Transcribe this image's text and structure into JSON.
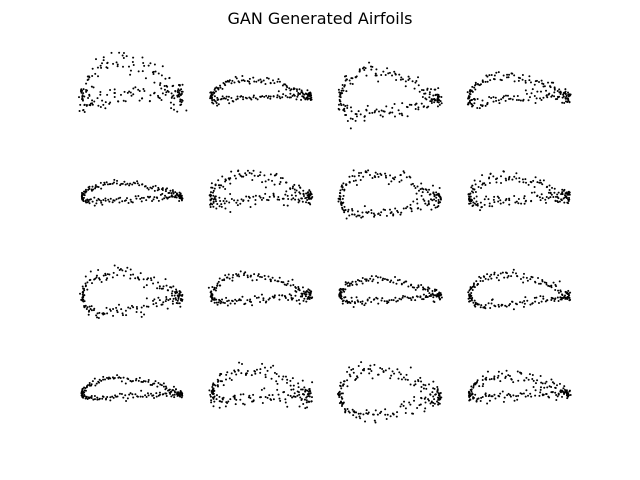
{
  "figure": {
    "title": "GAN Generated Airfoils"
  },
  "colors": {
    "point": "#000000",
    "background": "#ffffff"
  },
  "chart_data": {
    "type": "scatter",
    "title": "GAN Generated Airfoils",
    "grid": false,
    "axes_visible": false,
    "layout": "4x4 grid of subplots",
    "marker": "dot",
    "points_per_airfoil": 200,
    "note_on_axes": "axes hidden; each subplot plots normalized x (chord 0-1) vs y (thickness)",
    "subplots": [
      {
        "row": 1,
        "col": 1,
        "shape": "cambered-high",
        "thickness": 0.2,
        "camber": 0.12,
        "noise": 0.035
      },
      {
        "row": 1,
        "col": 2,
        "shape": "cambered",
        "thickness": 0.11,
        "camber": 0.05,
        "noise": 0.012
      },
      {
        "row": 1,
        "col": 3,
        "shape": "thick-round",
        "thickness": 0.25,
        "camber": 0.04,
        "noise": 0.022
      },
      {
        "row": 1,
        "col": 4,
        "shape": "cambered",
        "thickness": 0.14,
        "camber": 0.06,
        "noise": 0.018
      },
      {
        "row": 2,
        "col": 1,
        "shape": "slender",
        "thickness": 0.1,
        "camber": 0.03,
        "noise": 0.01
      },
      {
        "row": 2,
        "col": 2,
        "shape": "cambered",
        "thickness": 0.15,
        "camber": 0.06,
        "noise": 0.02
      },
      {
        "row": 2,
        "col": 3,
        "shape": "thick-round",
        "thickness": 0.24,
        "camber": 0.03,
        "noise": 0.02
      },
      {
        "row": 2,
        "col": 4,
        "shape": "cambered",
        "thickness": 0.15,
        "camber": 0.05,
        "noise": 0.02
      },
      {
        "row": 3,
        "col": 1,
        "shape": "thick-round",
        "thickness": 0.23,
        "camber": 0.03,
        "noise": 0.022
      },
      {
        "row": 3,
        "col": 2,
        "shape": "cambered",
        "thickness": 0.15,
        "camber": 0.05,
        "noise": 0.015
      },
      {
        "row": 3,
        "col": 3,
        "shape": "slender",
        "thickness": 0.13,
        "camber": 0.03,
        "noise": 0.012
      },
      {
        "row": 3,
        "col": 4,
        "shape": "thick",
        "thickness": 0.18,
        "camber": 0.04,
        "noise": 0.015
      },
      {
        "row": 4,
        "col": 1,
        "shape": "slender",
        "thickness": 0.11,
        "camber": 0.04,
        "noise": 0.01
      },
      {
        "row": 4,
        "col": 2,
        "shape": "cambered",
        "thickness": 0.17,
        "camber": 0.06,
        "noise": 0.028
      },
      {
        "row": 4,
        "col": 3,
        "shape": "thick-round",
        "thickness": 0.26,
        "camber": 0.02,
        "noise": 0.024
      },
      {
        "row": 4,
        "col": 4,
        "shape": "cambered",
        "thickness": 0.12,
        "camber": 0.05,
        "noise": 0.015
      }
    ]
  }
}
